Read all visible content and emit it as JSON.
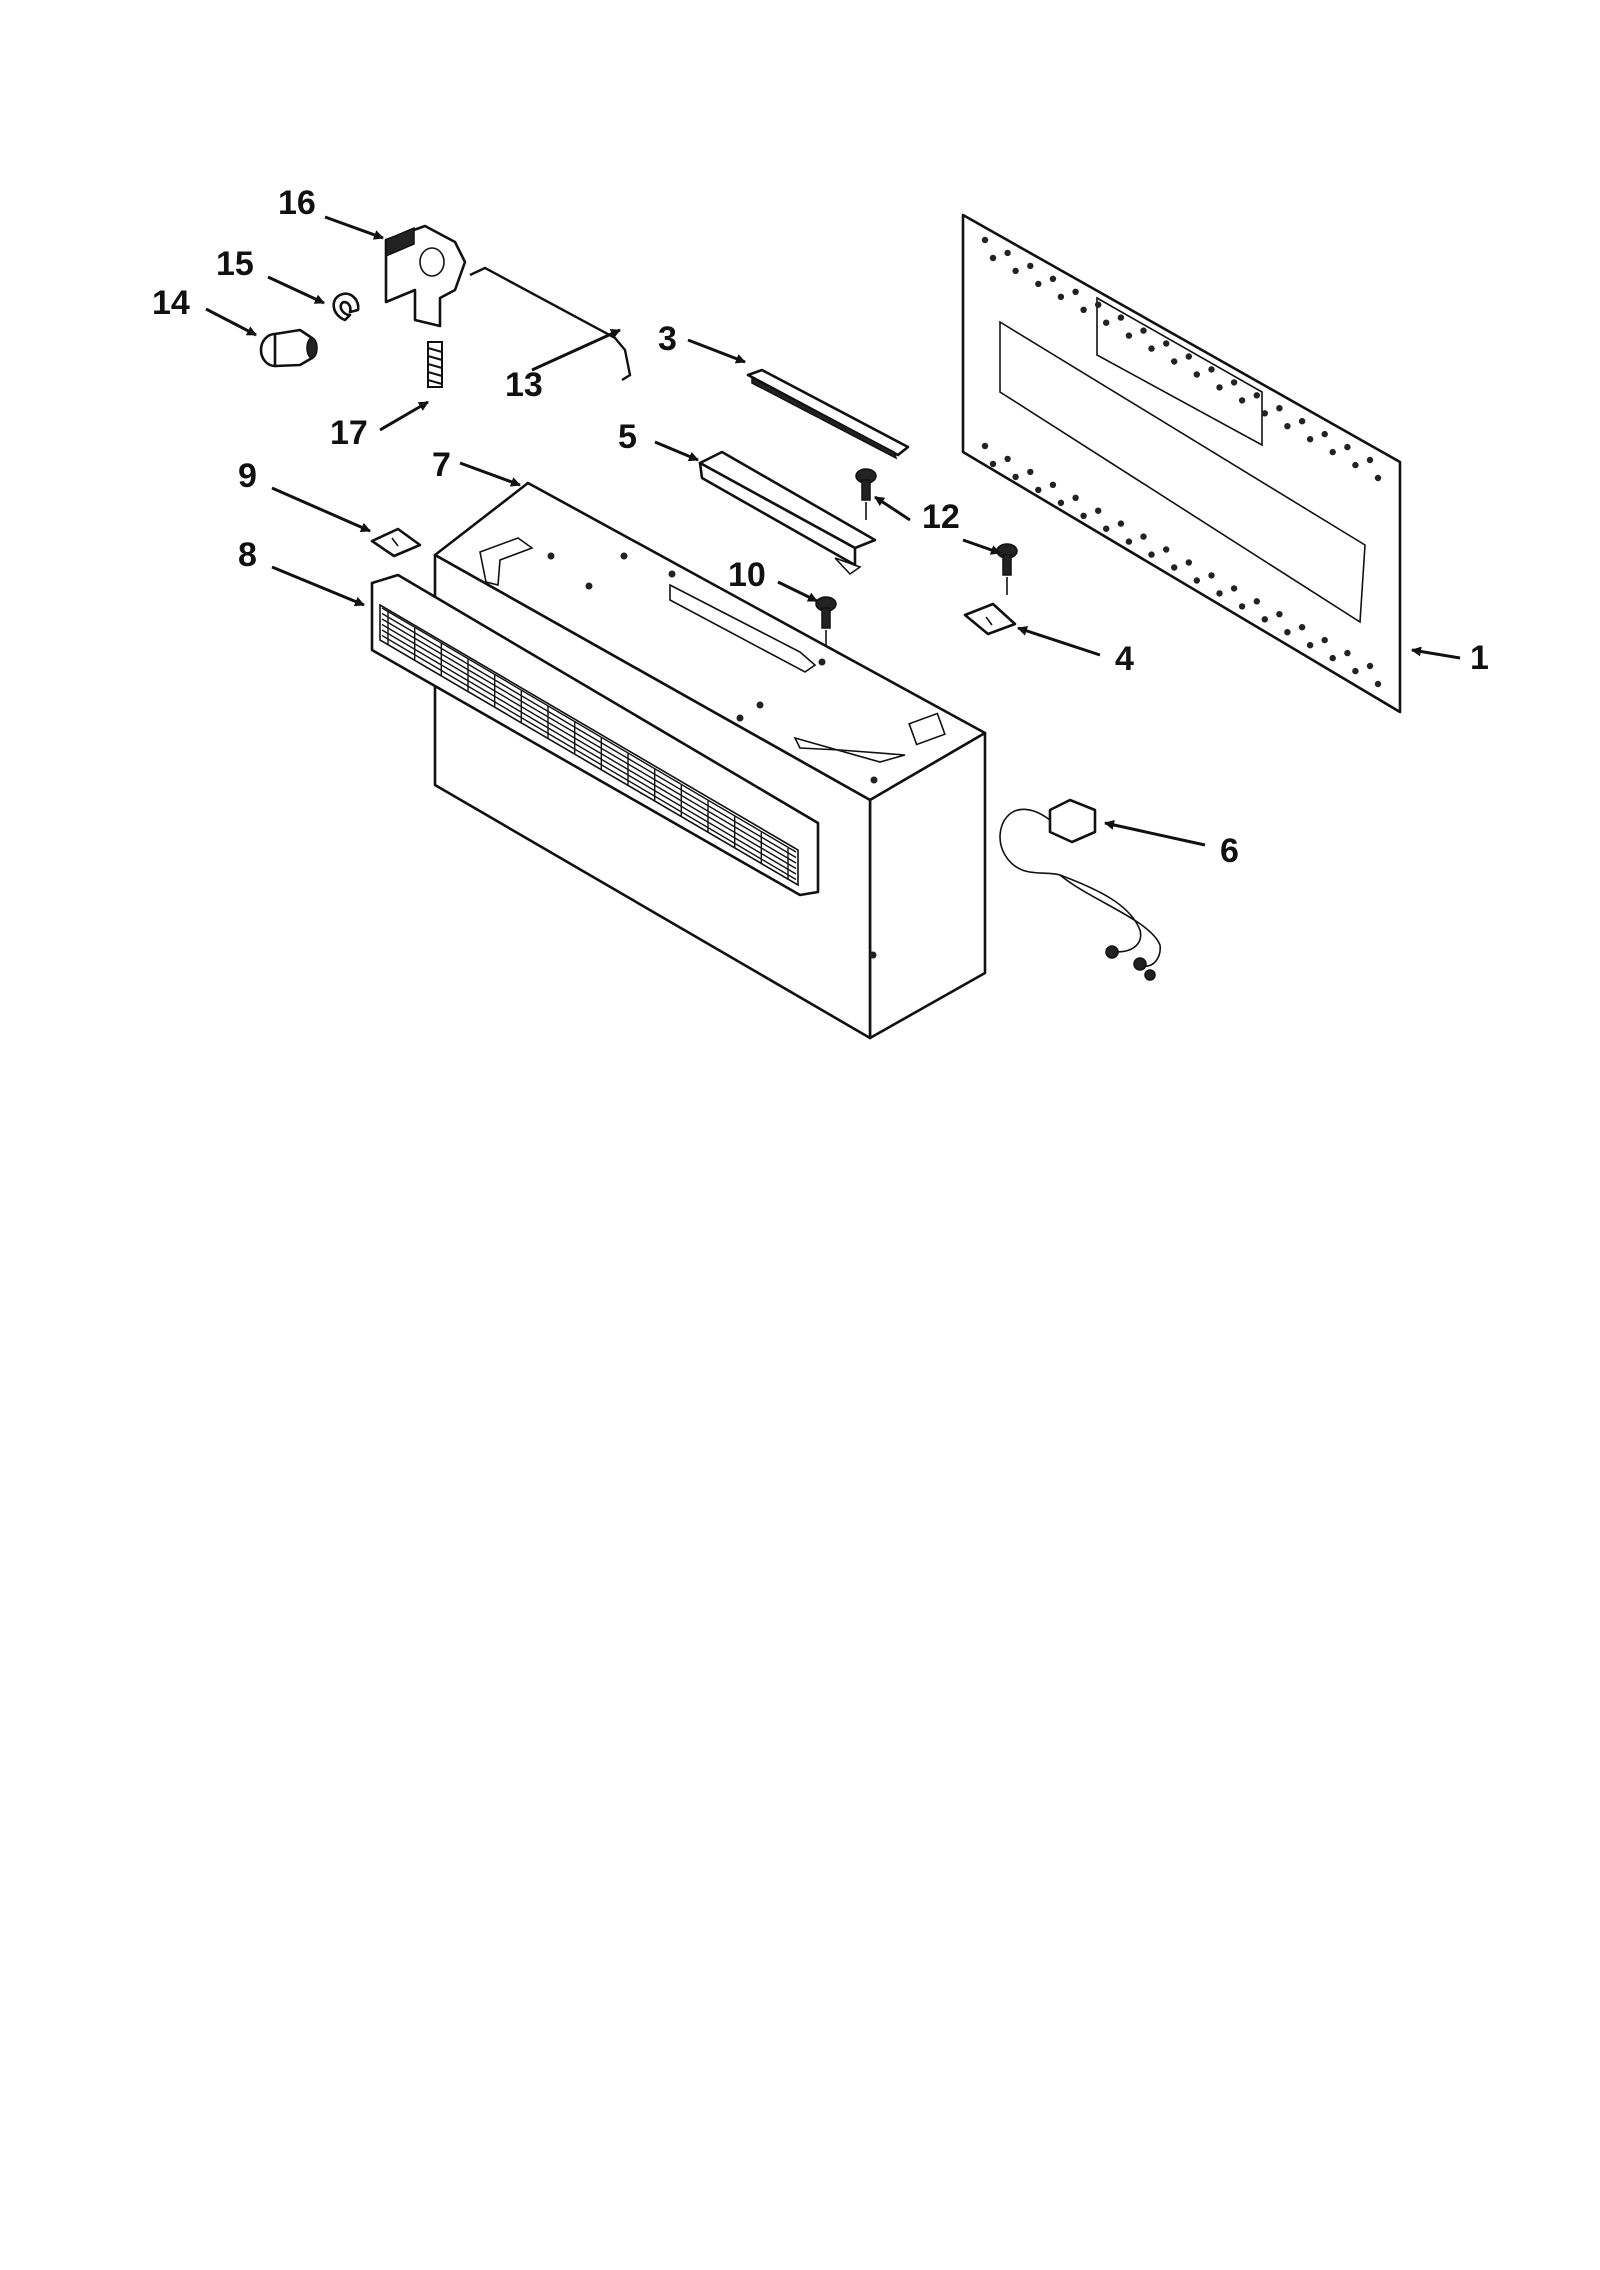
{
  "callouts": [
    {
      "id": "1",
      "label": "1"
    },
    {
      "id": "3",
      "label": "3"
    },
    {
      "id": "4",
      "label": "4"
    },
    {
      "id": "5",
      "label": "5"
    },
    {
      "id": "6",
      "label": "6"
    },
    {
      "id": "7",
      "label": "7"
    },
    {
      "id": "8",
      "label": "8"
    },
    {
      "id": "9",
      "label": "9"
    },
    {
      "id": "10",
      "label": "10"
    },
    {
      "id": "12",
      "label": "12"
    },
    {
      "id": "13",
      "label": "13"
    },
    {
      "id": "14",
      "label": "14"
    },
    {
      "id": "15",
      "label": "15"
    },
    {
      "id": "16",
      "label": "16"
    },
    {
      "id": "17",
      "label": "17"
    }
  ]
}
